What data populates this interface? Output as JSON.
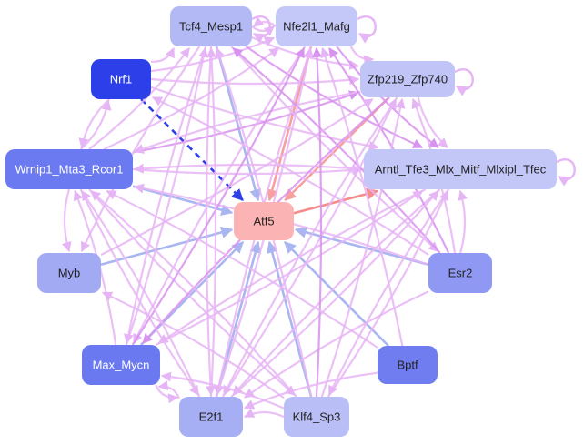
{
  "nodes": [
    {
      "id": "atf5",
      "label": "Atf5",
      "fill": "#fcb3b3",
      "text": "#222222"
    },
    {
      "id": "tcf4",
      "label": "Tcf4_Mesp1",
      "fill": "#b3b9f5",
      "text": "#222222"
    },
    {
      "id": "nfe2l1",
      "label": "Nfe2l1_Mafg",
      "fill": "#c4c8f8",
      "text": "#222222"
    },
    {
      "id": "nrf1",
      "label": "Nrf1",
      "fill": "#2c3fe8",
      "text": "#ffffff"
    },
    {
      "id": "zfp219",
      "label": "Zfp219_Zfp740",
      "fill": "#c0c4f7",
      "text": "#222222"
    },
    {
      "id": "wrnip1",
      "label": "Wrnip1_Mta3_Rcor1",
      "fill": "#6b7af0",
      "text": "#ffffff"
    },
    {
      "id": "arntl",
      "label": "Arntl_Tfe3_Mlx_Mitf_Mlxipl_Tfec",
      "fill": "#c3c7f8",
      "text": "#222222"
    },
    {
      "id": "myb",
      "label": "Myb",
      "fill": "#a2aaf4",
      "text": "#222222"
    },
    {
      "id": "esr2",
      "label": "Esr2",
      "fill": "#8f98f2",
      "text": "#222222"
    },
    {
      "id": "max",
      "label": "Max_Mycn",
      "fill": "#6b79f0",
      "text": "#ffffff"
    },
    {
      "id": "bptf",
      "label": "Bptf",
      "fill": "#6f7df0",
      "text": "#222222"
    },
    {
      "id": "e2f1",
      "label": "E2f1",
      "fill": "#a7aff4",
      "text": "#222222"
    },
    {
      "id": "klf4",
      "label": "Klf4_Sp3",
      "fill": "#b9bff6",
      "text": "#222222"
    }
  ],
  "edges": [
    {
      "from": "nrf1",
      "to": "atf5",
      "color": "#2c3fe8",
      "dashed": true
    },
    {
      "from": "tcf4",
      "to": "atf5",
      "color": "#a9b6f0"
    },
    {
      "from": "nfe2l1",
      "to": "atf5",
      "color": "#f7a0a0"
    },
    {
      "from": "zfp219",
      "to": "atf5",
      "color": "#f7a0a0"
    },
    {
      "from": "atf5",
      "to": "arntl",
      "color": "#f58c8c"
    },
    {
      "from": "wrnip1",
      "to": "atf5",
      "color": "#a9b6f0"
    },
    {
      "from": "myb",
      "to": "atf5",
      "color": "#a9b6f0"
    },
    {
      "from": "esr2",
      "to": "atf5",
      "color": "#a9b6f0"
    },
    {
      "from": "max",
      "to": "atf5",
      "color": "#a9b6f0"
    },
    {
      "from": "bptf",
      "to": "atf5",
      "color": "#a9b6f0"
    },
    {
      "from": "e2f1",
      "to": "atf5",
      "color": "#a9b6f0"
    },
    {
      "from": "klf4",
      "to": "atf5",
      "color": "#a9b6f0"
    },
    {
      "from": "nrf1",
      "to": "tcf4",
      "color": "#e6b5f5"
    },
    {
      "from": "nrf1",
      "to": "zfp219",
      "color": "#e6b5f5"
    },
    {
      "from": "nrf1",
      "to": "arntl",
      "color": "#e6b5f5"
    },
    {
      "from": "nrf1",
      "to": "wrnip1",
      "color": "#e6b5f5"
    },
    {
      "from": "nrf1",
      "to": "nfe2l1",
      "color": "#e6b5f5"
    },
    {
      "from": "wrnip1",
      "to": "nrf1",
      "color": "#e6b5f5"
    },
    {
      "from": "wrnip1",
      "to": "myb",
      "color": "#e6b5f5"
    },
    {
      "from": "wrnip1",
      "to": "arntl",
      "color": "#e6b5f5"
    },
    {
      "from": "wrnip1",
      "to": "zfp219",
      "color": "#d892ef"
    },
    {
      "from": "wrnip1",
      "to": "tcf4",
      "color": "#e6b5f5"
    },
    {
      "from": "wrnip1",
      "to": "nfe2l1",
      "color": "#e6b5f5"
    },
    {
      "from": "wrnip1",
      "to": "klf4",
      "color": "#e6b5f5"
    },
    {
      "from": "wrnip1",
      "to": "e2f1",
      "color": "#e6b5f5"
    },
    {
      "from": "tcf4",
      "to": "nfe2l1",
      "color": "#e6b5f5"
    },
    {
      "from": "nfe2l1",
      "to": "tcf4",
      "color": "#e6b5f5"
    },
    {
      "from": "tcf4",
      "to": "zfp219",
      "color": "#e6b5f5"
    },
    {
      "from": "tcf4",
      "to": "arntl",
      "color": "#d892ef"
    },
    {
      "from": "tcf4",
      "to": "max",
      "color": "#e6b5f5"
    },
    {
      "from": "tcf4",
      "to": "myb",
      "color": "#e6b5f5"
    },
    {
      "from": "tcf4",
      "to": "e2f1",
      "color": "#e6b5f5"
    },
    {
      "from": "tcf4",
      "to": "esr2",
      "color": "#e6b5f5"
    },
    {
      "from": "nfe2l1",
      "to": "zfp219",
      "color": "#e6b5f5"
    },
    {
      "from": "nfe2l1",
      "to": "arntl",
      "color": "#d892ef"
    },
    {
      "from": "nfe2l1",
      "to": "e2f1",
      "color": "#e6b5f5"
    },
    {
      "from": "nfe2l1",
      "to": "max",
      "color": "#e6b5f5"
    },
    {
      "from": "zfp219",
      "to": "arntl",
      "color": "#e6b5f5"
    },
    {
      "from": "zfp219",
      "to": "wrnip1",
      "color": "#e6b5f5"
    },
    {
      "from": "zfp219",
      "to": "max",
      "color": "#d892ef"
    },
    {
      "from": "zfp219",
      "to": "e2f1",
      "color": "#e6b5f5"
    },
    {
      "from": "arntl",
      "to": "wrnip1",
      "color": "#e6b5f5"
    },
    {
      "from": "arntl",
      "to": "e2f1",
      "color": "#e6b5f5"
    },
    {
      "from": "arntl",
      "to": "max",
      "color": "#e6b5f5"
    },
    {
      "from": "arntl",
      "to": "klf4",
      "color": "#e6b5f5"
    },
    {
      "from": "esr2",
      "to": "arntl",
      "color": "#e6b5f5"
    },
    {
      "from": "esr2",
      "to": "zfp219",
      "color": "#e6b5f5"
    },
    {
      "from": "esr2",
      "to": "tcf4",
      "color": "#d892ef"
    },
    {
      "from": "esr2",
      "to": "nrf1",
      "color": "#e6b5f5"
    },
    {
      "from": "esr2",
      "to": "wrnip1",
      "color": "#e6b5f5"
    },
    {
      "from": "esr2",
      "to": "e2f1",
      "color": "#e6b5f5"
    },
    {
      "from": "esr2",
      "to": "nfe2l1",
      "color": "#d892ef"
    },
    {
      "from": "myb",
      "to": "zfp219",
      "color": "#e6b5f5"
    },
    {
      "from": "max",
      "to": "wrnip1",
      "color": "#e6b5f5"
    },
    {
      "from": "max",
      "to": "e2f1",
      "color": "#e6b5f5"
    },
    {
      "from": "max",
      "to": "nfe2l1",
      "color": "#d892ef"
    },
    {
      "from": "max",
      "to": "arntl",
      "color": "#e6b5f5"
    },
    {
      "from": "max",
      "to": "tcf4",
      "color": "#e6b5f5"
    },
    {
      "from": "e2f1",
      "to": "wrnip1",
      "color": "#e6b5f5"
    },
    {
      "from": "e2f1",
      "to": "zfp219",
      "color": "#e6b5f5"
    },
    {
      "from": "e2f1",
      "to": "arntl",
      "color": "#e6b5f5"
    },
    {
      "from": "e2f1",
      "to": "tcf4",
      "color": "#e6b5f5"
    },
    {
      "from": "e2f1",
      "to": "nfe2l1",
      "color": "#e6b5f5"
    },
    {
      "from": "e2f1",
      "to": "max",
      "color": "#e6b5f5"
    },
    {
      "from": "klf4",
      "to": "e2f1",
      "color": "#e6b5f5"
    },
    {
      "from": "klf4",
      "to": "wrnip1",
      "color": "#e6b5f5"
    },
    {
      "from": "klf4",
      "to": "tcf4",
      "color": "#e6b5f5"
    },
    {
      "from": "klf4",
      "to": "nfe2l1",
      "color": "#d892ef"
    },
    {
      "from": "klf4",
      "to": "arntl",
      "color": "#e6b5f5"
    },
    {
      "from": "klf4",
      "to": "zfp219",
      "color": "#e6b5f5"
    },
    {
      "from": "klf4",
      "to": "max",
      "color": "#e6b5f5"
    },
    {
      "from": "klf4",
      "to": "myb",
      "color": "#e6b5f5"
    },
    {
      "from": "bptf",
      "to": "e2f1",
      "color": "#e6b5f5"
    },
    {
      "from": "bptf",
      "to": "wrnip1",
      "color": "#e6b5f5"
    },
    {
      "from": "bptf",
      "to": "nfe2l1",
      "color": "#e6b5f5"
    }
  ],
  "self_loops": [
    "tcf4",
    "nfe2l1",
    "zfp219",
    "arntl"
  ]
}
